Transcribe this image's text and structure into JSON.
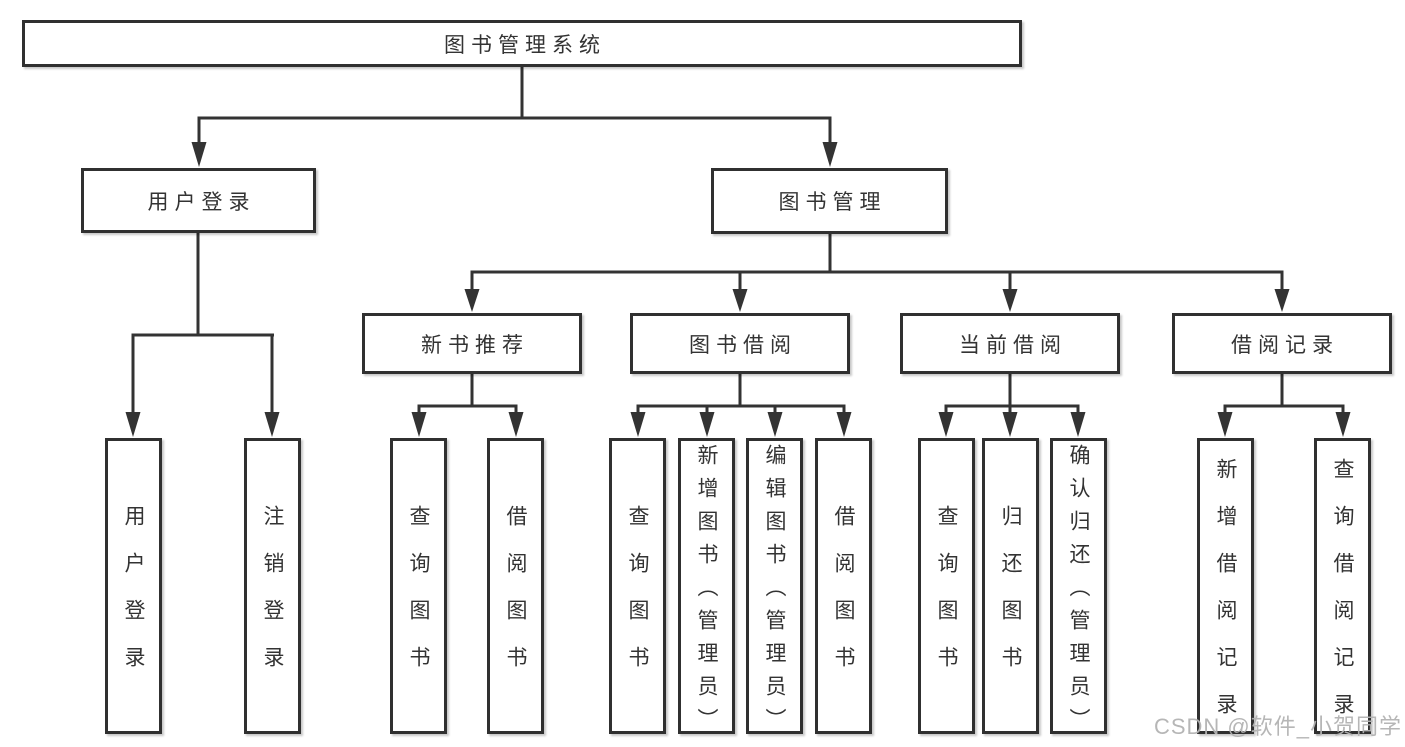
{
  "diagram": {
    "root": "图书管理系统",
    "level2": {
      "user_login": "用户登录",
      "book_mgmt": "图书管理"
    },
    "level3": {
      "new_books": "新书推荐",
      "borrowing": "图书借阅",
      "current": "当前借阅",
      "records": "借阅记录"
    },
    "leaves": {
      "user_login": [
        "用户登录",
        "注销登录"
      ],
      "new_books": [
        "查询图书",
        "借阅图书"
      ],
      "borrowing": [
        "查询图书",
        "新增图书（管理员）",
        "编辑图书（管理员）",
        "借阅图书"
      ],
      "current": [
        "查询图书",
        "归还图书",
        "确认归还（管理员）"
      ],
      "records": [
        "新增借阅记录",
        "查询借阅记录"
      ]
    }
  },
  "watermark": {
    "text": "CSDN @软件_小贺同学"
  },
  "colors": {
    "line": "#333333",
    "box_border": "#303030",
    "text": "#333333",
    "background": "#ffffff",
    "watermark": "#b3b3b3"
  }
}
